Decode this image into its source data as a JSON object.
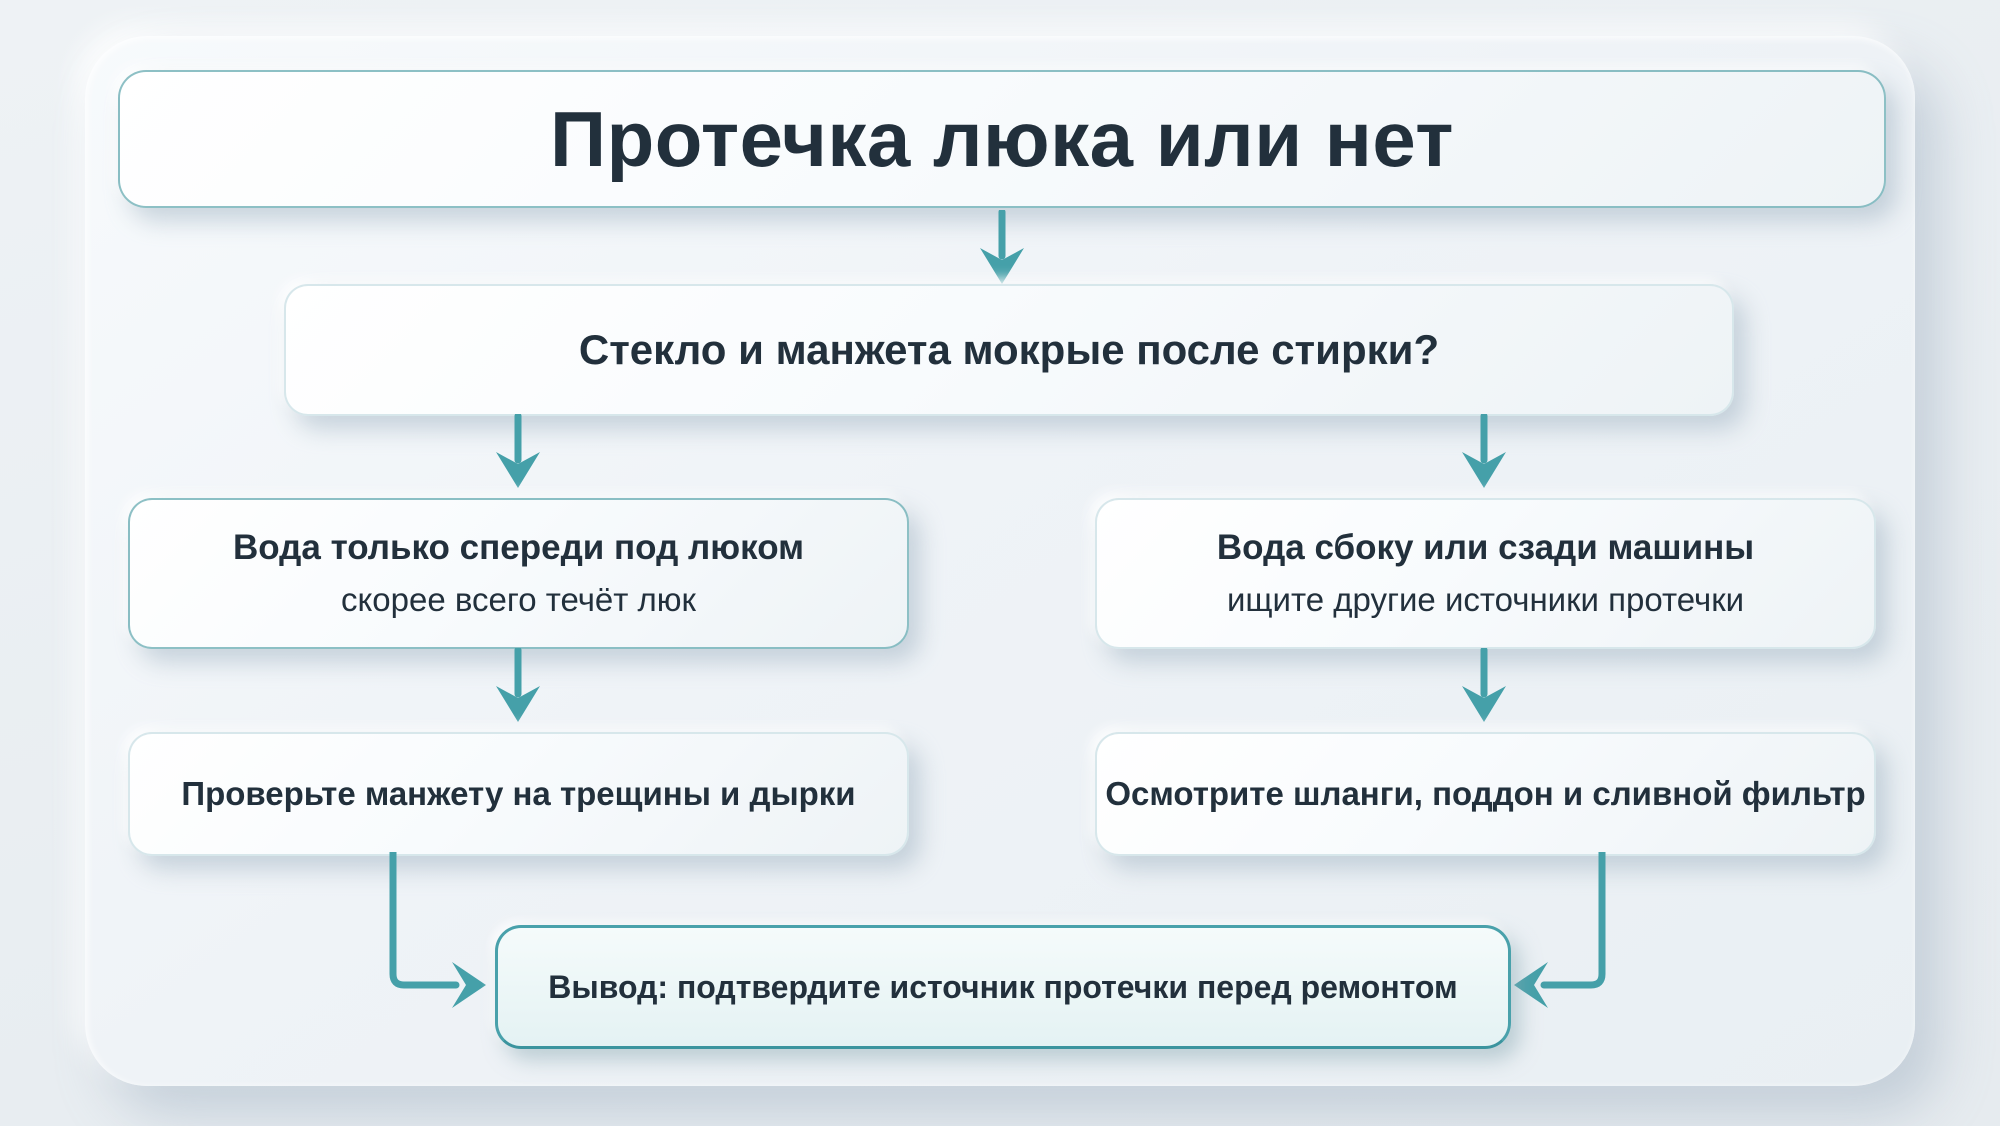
{
  "colors": {
    "accent_teal": "#45a0a9",
    "conclusion_border": "#49a1ab",
    "text": "#22303c",
    "page_background": "#e9edf1",
    "card_background": "#eff3f7"
  },
  "flowchart": {
    "title": "Протечка люка или нет",
    "question": "Стекло и манжета мокрые после стирки?",
    "left_branch": {
      "condition": "Вода только спереди под люком",
      "note": "скорее всего течёт люк",
      "action": "Проверьте манжету на трещины и дырки"
    },
    "right_branch": {
      "condition": "Вода сбоку или сзади машины",
      "note": "ищите другие источники протечки",
      "action": "Осмотрите шланги, поддон и сливной фильтр"
    },
    "conclusion": "Вывод: подтвердите источник протечки перед ремонтом"
  }
}
